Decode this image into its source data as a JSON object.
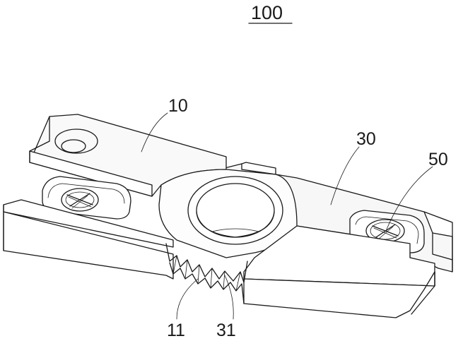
{
  "figure": {
    "title": "100",
    "labels": {
      "part_10": "10",
      "part_30": "30",
      "part_50": "50",
      "part_11": "11",
      "part_31": "31"
    }
  }
}
